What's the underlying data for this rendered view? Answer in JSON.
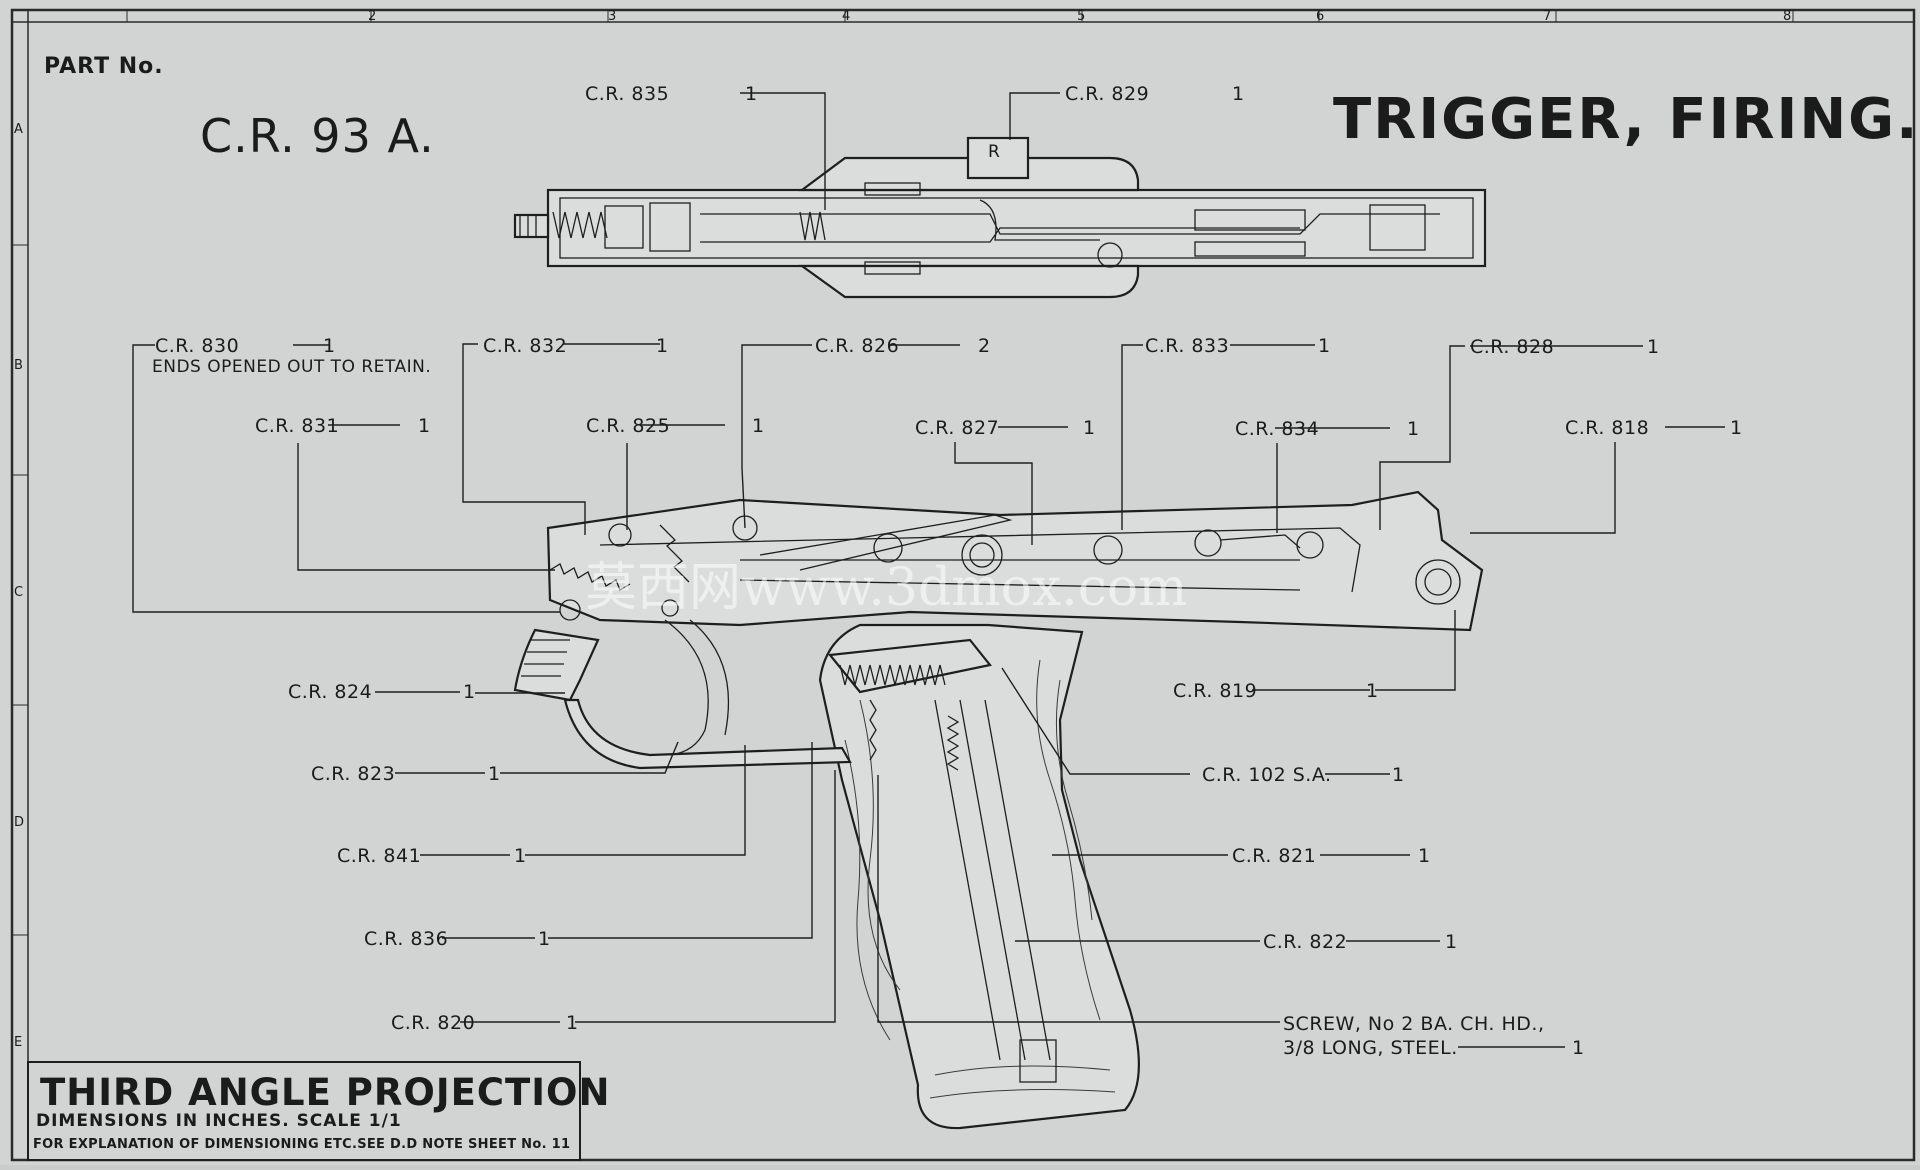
{
  "header": {
    "part_no_label": "PART No.",
    "part_no": "C.R. 93 A.",
    "title": "TRIGGER, FIRING."
  },
  "projection_box": {
    "title": "THIRD ANGLE PROJECTION",
    "line1": "DIMENSIONS IN INCHES. SCALE 1/1",
    "line2": "FOR EXPLANATION OF DIMENSIONING ETC.SEE D.D NOTE SHEET No. 11"
  },
  "grid": {
    "columns": [
      "2",
      "3",
      "4",
      "5",
      "6",
      "7",
      "8"
    ],
    "rows": [
      "A",
      "B",
      "C",
      "D",
      "E"
    ]
  },
  "callouts": [
    {
      "id": "cr835",
      "label": "C.R. 835",
      "qty": "1"
    },
    {
      "id": "cr829",
      "label": "C.R. 829",
      "qty": "1"
    },
    {
      "id": "cr830",
      "label": "C.R. 830",
      "qty": "1",
      "note": "ENDS OPENED OUT TO RETAIN."
    },
    {
      "id": "cr832",
      "label": "C.R. 832",
      "qty": "1"
    },
    {
      "id": "cr826",
      "label": "C.R. 826",
      "qty": "2"
    },
    {
      "id": "cr833",
      "label": "C.R. 833",
      "qty": "1"
    },
    {
      "id": "cr828",
      "label": "C.R. 828",
      "qty": "1"
    },
    {
      "id": "cr831",
      "label": "C.R. 831",
      "qty": "1"
    },
    {
      "id": "cr825",
      "label": "C.R. 825",
      "qty": "1"
    },
    {
      "id": "cr827",
      "label": "C.R. 827",
      "qty": "1"
    },
    {
      "id": "cr834",
      "label": "C.R. 834",
      "qty": "1"
    },
    {
      "id": "cr818",
      "label": "C.R. 818",
      "qty": "1"
    },
    {
      "id": "cr824",
      "label": "C.R. 824",
      "qty": "1"
    },
    {
      "id": "cr819",
      "label": "C.R. 819",
      "qty": "1"
    },
    {
      "id": "cr823",
      "label": "C.R. 823",
      "qty": "1"
    },
    {
      "id": "cr102",
      "label": "C.R. 102 S.A.",
      "qty": "1"
    },
    {
      "id": "cr841",
      "label": "C.R. 841",
      "qty": "1"
    },
    {
      "id": "cr821",
      "label": "C.R. 821",
      "qty": "1"
    },
    {
      "id": "cr836",
      "label": "C.R. 836",
      "qty": "1"
    },
    {
      "id": "cr822",
      "label": "C.R. 822",
      "qty": "1"
    },
    {
      "id": "cr820",
      "label": "C.R. 820",
      "qty": "1"
    },
    {
      "id": "screw",
      "label": "SCREW, No 2 BA. CH. HD.,",
      "qty": "1",
      "note": "3/8 LONG, STEEL."
    }
  ],
  "watermark": "莫西网www.3dmox.com"
}
